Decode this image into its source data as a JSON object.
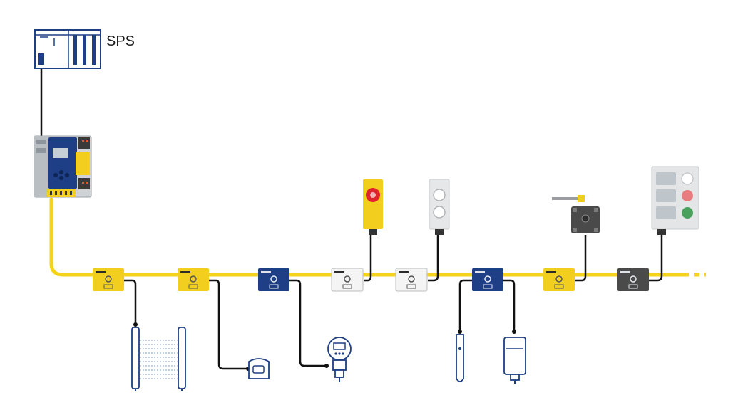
{
  "labels": {
    "plc": "SPS"
  },
  "colors": {
    "bus": "#f5d31c",
    "wire": "#111111",
    "module_yellow": "#f2cf1f",
    "module_blue": "#1e3f86",
    "module_white": "#f4f4f4",
    "module_dark": "#4a4a4a",
    "sensor_outline": "#1e3f86",
    "red_button": "#e0242c"
  },
  "bus_modules": [
    {
      "name": "io-module-1",
      "color": "yellow"
    },
    {
      "name": "io-module-2",
      "color": "yellow"
    },
    {
      "name": "io-module-3",
      "color": "blue"
    },
    {
      "name": "io-module-4",
      "color": "white"
    },
    {
      "name": "io-module-5",
      "color": "white"
    },
    {
      "name": "io-module-6",
      "color": "blue"
    },
    {
      "name": "io-module-7",
      "color": "yellow"
    },
    {
      "name": "io-module-8",
      "color": "dark"
    }
  ],
  "devices": [
    {
      "name": "light-curtain-icon"
    },
    {
      "name": "laser-scanner-icon"
    },
    {
      "name": "pressure-sensor-icon"
    },
    {
      "name": "emergency-stop-icon"
    },
    {
      "name": "pushbutton-station-icon"
    },
    {
      "name": "safety-switch-icon"
    },
    {
      "name": "magnetic-sensor-icon"
    },
    {
      "name": "rfid-sensor-icon"
    },
    {
      "name": "door-interlock-icon"
    },
    {
      "name": "control-panel-icon"
    }
  ]
}
